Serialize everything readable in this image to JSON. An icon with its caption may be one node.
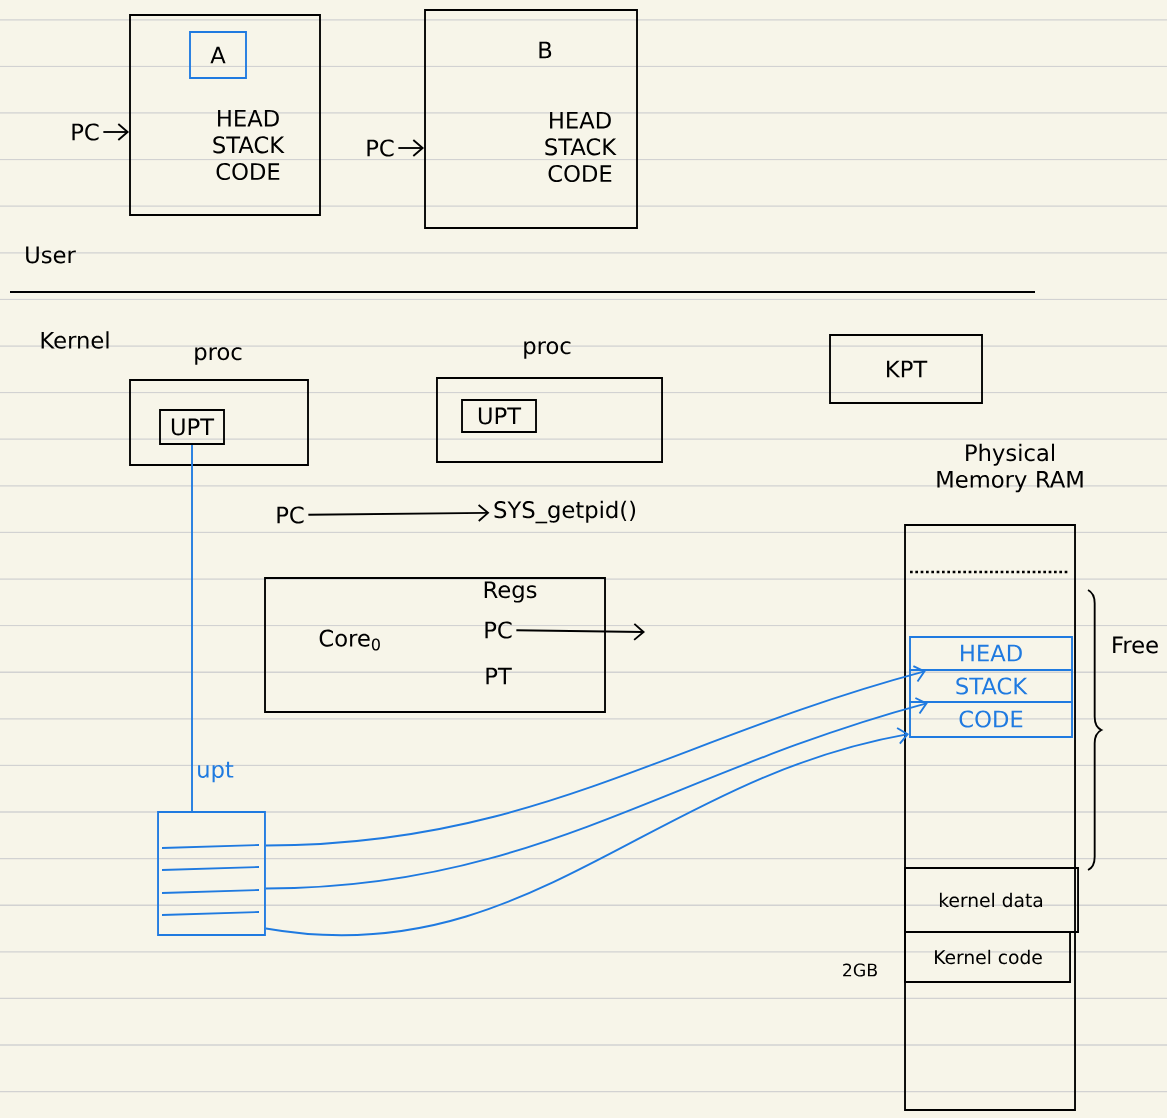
{
  "diagram": {
    "nodes": [
      {
        "text": [
          "HEAD STACK CODE"
        ]
      },
      {
        "text": [
          "A"
        ],
        "in": 0
      },
      {
        "text": [
          "PC"
        ]
      },
      {
        "text": [
          "B",
          "HEAD STACK CODE"
        ]
      },
      {
        "text": [
          "PC"
        ]
      },
      {
        "text": [
          "proc"
        ]
      },
      {
        "text": [
          "UPT"
        ],
        "in": 5
      },
      {
        "text": [
          "proc"
        ]
      },
      {
        "text": [
          "UPT"
        ],
        "in": 7
      },
      {
        "text": [
          "KPT"
        ]
      },
      {
        "text": [
          "PC"
        ]
      },
      {
        "text": [
          "SYS_getpid()"
        ]
      },
      {
        "text": [
          "Core$_{0}$",
          "Regs",
          "PT"
        ]
      },
      {
        "text": [
          "PC"
        ],
        "in": 12
      },
      {
        "text": [],
        "shape": "box",
        "beside": [
          "upt"
        ]
      },
      {
        "text": [
          "Physical Memory RAM"
        ]
      },
      {
        "text": [
          "HEAD"
        ],
        "in": 15
      },
      {
        "text": [
          "STACK"
        ],
        "in": 15
      },
      {
        "text": [
          "CODE"
        ],
        "in": 15
      },
      {
        "text": [
          "kernel data"
        ],
        "in": 15
      },
      {
        "text": [
          "Kernel code"
        ],
        "in": 15
      }
    ],
    "edges": [
      {
        "from": 2,
        "to": 0,
        "arrow": "to"
      },
      {
        "from": 4,
        "to": 3,
        "arrow": "to"
      },
      {
        "from": 6,
        "to": 14,
        "arrow": "none",
        "color": "#1f7ae0"
      },
      {
        "from": 10,
        "to": 11,
        "arrow": "to"
      },
      {
        "from": 13,
        "to": null,
        "arrow": "to"
      },
      {
        "from": 14,
        "to": 16,
        "arrow": "to",
        "color": "#1f7ae0"
      },
      {
        "from": 14,
        "to": 17,
        "arrow": "to",
        "color": "#1f7ae0"
      },
      {
        "from": 14,
        "to": 18,
        "arrow": "to",
        "color": "#1f7ae0"
      }
    ],
    "labels": [
      "User",
      "Kernel",
      "Free",
      "2GB"
    ]
  }
}
